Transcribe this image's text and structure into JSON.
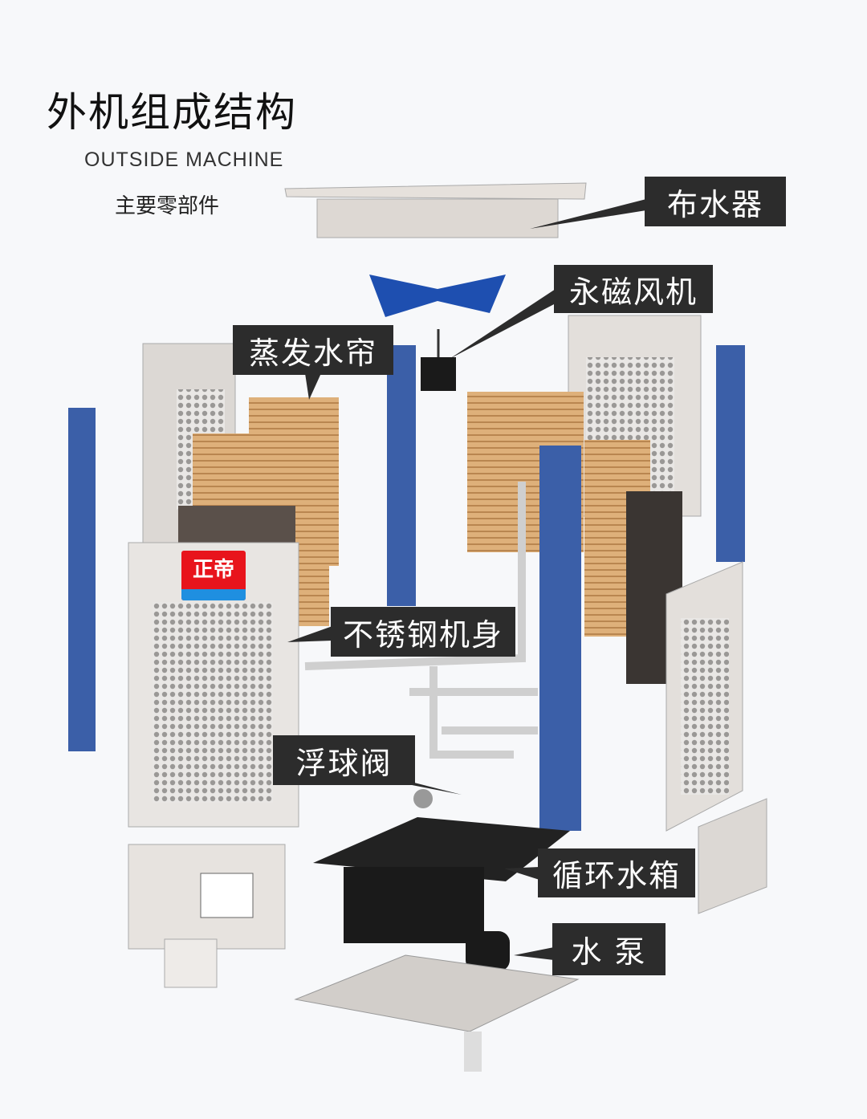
{
  "header": {
    "title": "外机组成结构",
    "subtitle": "OUTSIDE MACHINE",
    "caption": "主要零部件"
  },
  "brand_logo": {
    "text": "正帝",
    "color": "#e8141c",
    "stripe_color": "#1f8fe0"
  },
  "parts": [
    {
      "id": "water-distributor",
      "label": "布水器"
    },
    {
      "id": "fan",
      "label": "永磁风机"
    },
    {
      "id": "evaporative-pad",
      "label": "蒸发水帘"
    },
    {
      "id": "stainless-body",
      "label": "不锈钢机身"
    },
    {
      "id": "float-valve",
      "label": "浮球阀"
    },
    {
      "id": "water-tank",
      "label": "循环水箱"
    },
    {
      "id": "water-pump",
      "label": "水 泵"
    }
  ],
  "colors": {
    "label_bg": "#2c2c2c",
    "pillar": "#3b5fa8",
    "pad": "#d9a96a",
    "panel": "#e6e2de",
    "tank": "#1b1b1b"
  }
}
